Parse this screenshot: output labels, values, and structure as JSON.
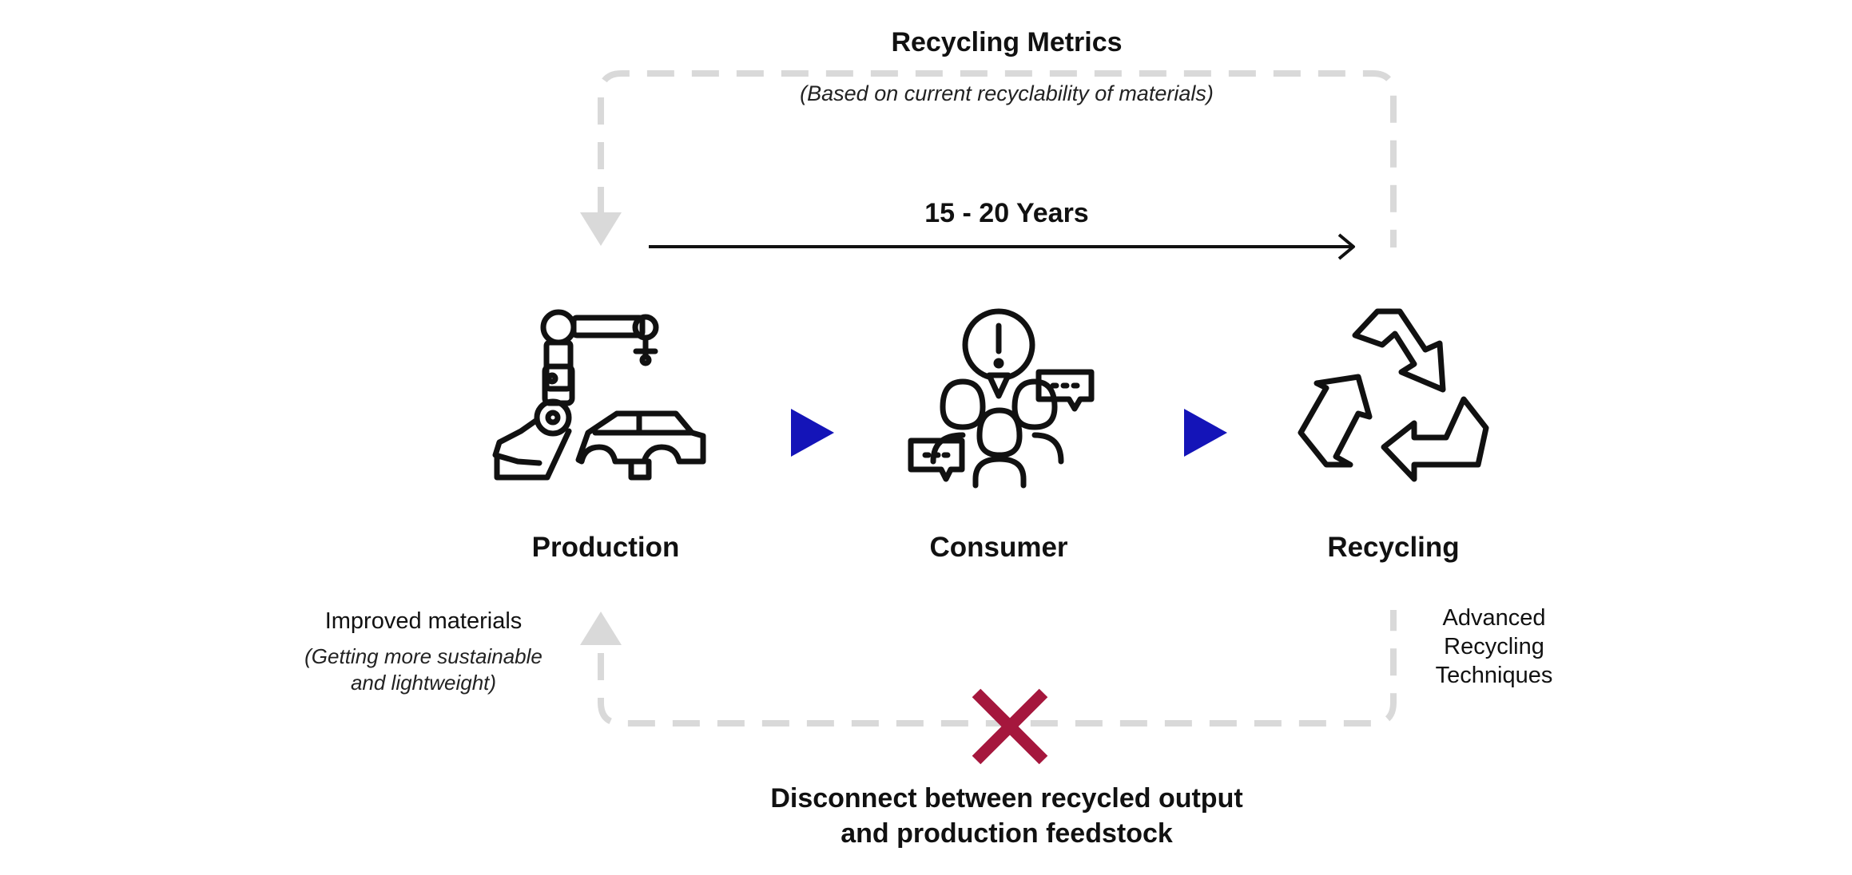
{
  "header": {
    "title": "Recycling Metrics",
    "subtitle": "(Based on current recyclability of materials)"
  },
  "timeline": {
    "label": "15 - 20 Years"
  },
  "stages": [
    {
      "label": "Production",
      "icon": "robot-arm-car-icon"
    },
    {
      "label": "Consumer",
      "icon": "people-feedback-icon"
    },
    {
      "label": "Recycling",
      "icon": "recycle-icon"
    }
  ],
  "left_note": {
    "title": "Improved materials",
    "line1": "(Getting more sustainable",
    "line2": "and lightweight)"
  },
  "right_note": {
    "line1": "Advanced",
    "line2": "Recycling",
    "line3": "Techniques"
  },
  "disconnect": {
    "line1": "Disconnect between recycled output",
    "line2": "and production feedstock",
    "icon": "cross-icon"
  },
  "colors": {
    "loop_dash": "#d9d9d9",
    "flow_arrow": "#1414b8",
    "cross": "#a5173d",
    "ink": "#111111"
  }
}
